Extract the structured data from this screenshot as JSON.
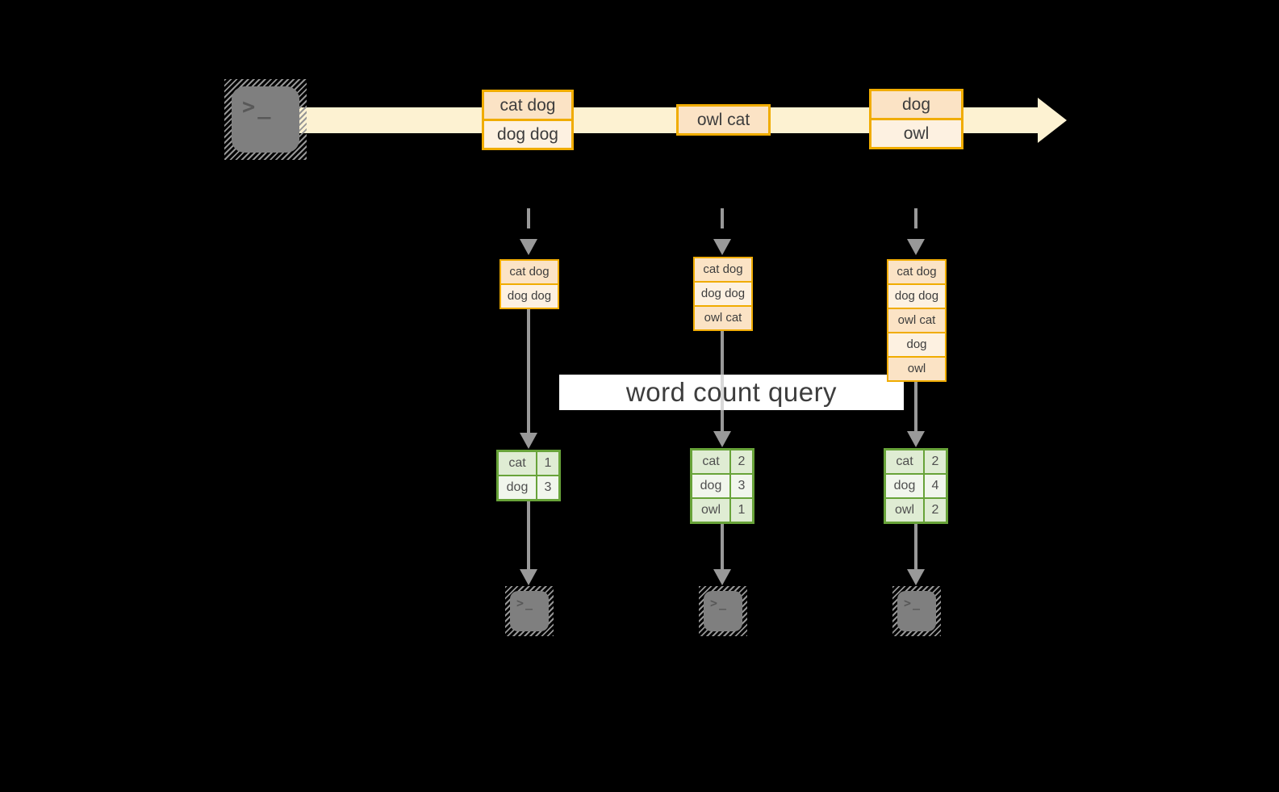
{
  "colors": {
    "background": "#000000",
    "stream_band": "#fdf2d2",
    "orange_border": "#f0ac00",
    "row_peach": "#fbe3c5",
    "row_cream": "#fdf1e1",
    "green_border": "#68a339",
    "green_row": "#dfecd3",
    "green_row_light": "#f1f6ec",
    "arrow_gray": "#999999",
    "terminal_gray": "#7f7f7f",
    "terminal_hatch": "#969696",
    "glyph_gray": "#585858",
    "label_bg": "#ffffff",
    "line_through": "#d9d9d9",
    "text_dark": "#3d3d3d",
    "table_text": "#4f4f4f"
  },
  "icons": {
    "prompt_glyph": ">_"
  },
  "query_label": "word count query",
  "stream": {
    "events": [
      {
        "rows": [
          "cat dog",
          "dog dog"
        ]
      },
      {
        "rows": [
          "owl cat"
        ]
      },
      {
        "rows": [
          "dog",
          "owl"
        ]
      }
    ]
  },
  "columns": [
    {
      "buffer_rows": [
        "cat dog",
        "dog dog"
      ],
      "counts": [
        {
          "word": "cat",
          "count": "1"
        },
        {
          "word": "dog",
          "count": "3"
        }
      ]
    },
    {
      "buffer_rows": [
        "cat dog",
        "dog dog",
        "owl cat"
      ],
      "counts": [
        {
          "word": "cat",
          "count": "2"
        },
        {
          "word": "dog",
          "count": "3"
        },
        {
          "word": "owl",
          "count": "1"
        }
      ]
    },
    {
      "buffer_rows": [
        "cat dog",
        "dog dog",
        "owl cat",
        "dog",
        "owl"
      ],
      "counts": [
        {
          "word": "cat",
          "count": "2"
        },
        {
          "word": "dog",
          "count": "4"
        },
        {
          "word": "owl",
          "count": "2"
        }
      ]
    }
  ]
}
